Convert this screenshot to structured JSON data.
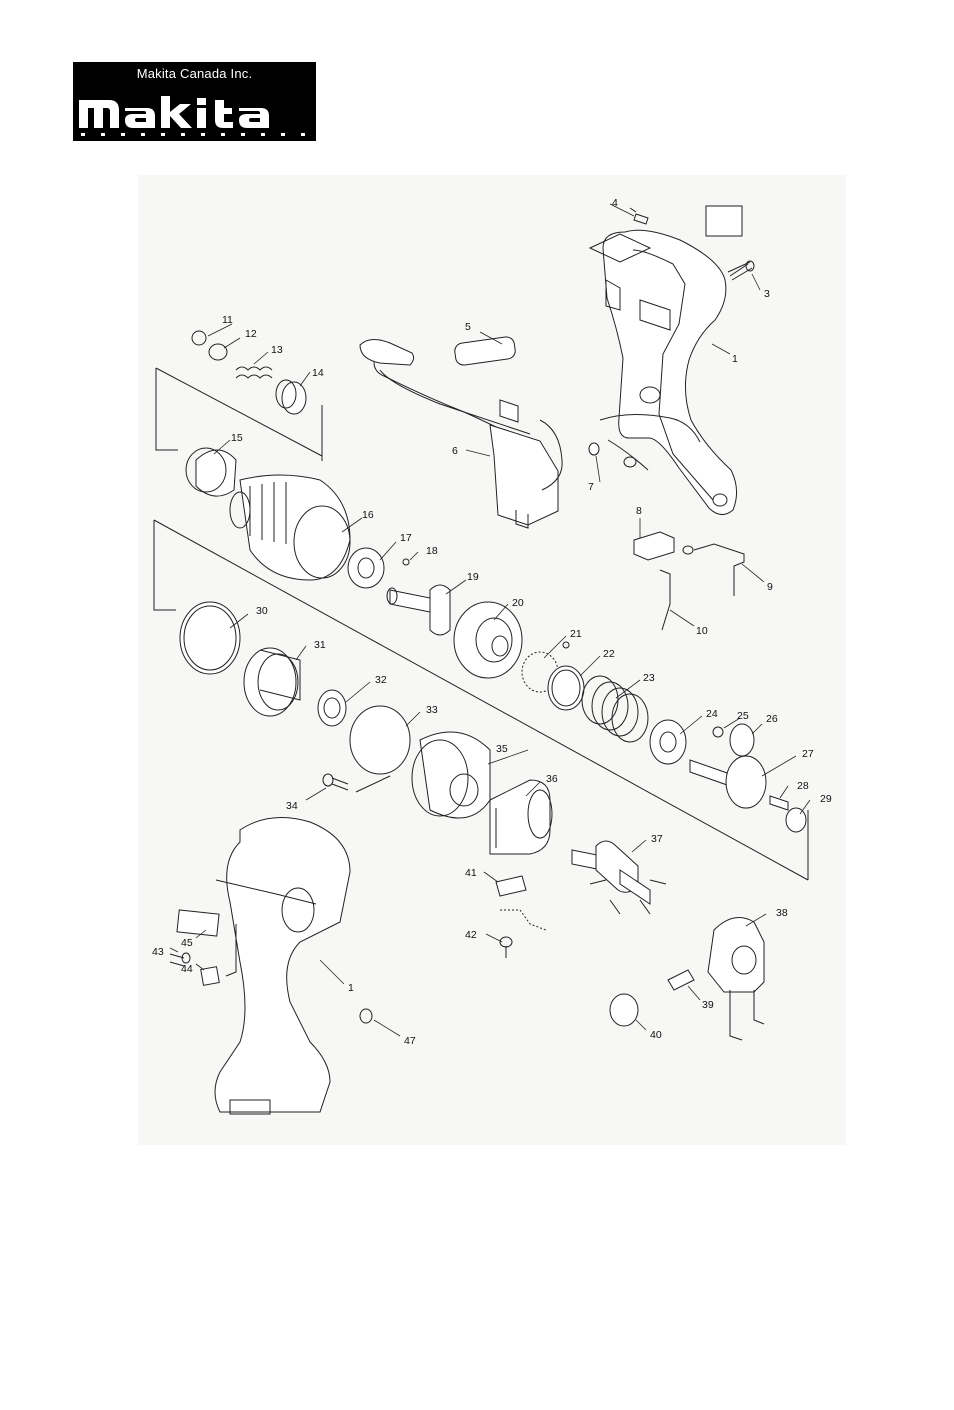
{
  "header": {
    "company": "Makita Canada Inc.",
    "brand": "makita"
  },
  "parts": [
    {
      "no": "1"
    },
    {
      "no": "3"
    },
    {
      "no": "4"
    },
    {
      "no": "5"
    },
    {
      "no": "6"
    },
    {
      "no": "7"
    },
    {
      "no": "8"
    },
    {
      "no": "9"
    },
    {
      "no": "10"
    },
    {
      "no": "11"
    },
    {
      "no": "12"
    },
    {
      "no": "13"
    },
    {
      "no": "14"
    },
    {
      "no": "15"
    },
    {
      "no": "16"
    },
    {
      "no": "17"
    },
    {
      "no": "18"
    },
    {
      "no": "19"
    },
    {
      "no": "20"
    },
    {
      "no": "21"
    },
    {
      "no": "22"
    },
    {
      "no": "23"
    },
    {
      "no": "24"
    },
    {
      "no": "25"
    },
    {
      "no": "26"
    },
    {
      "no": "27"
    },
    {
      "no": "28"
    },
    {
      "no": "29"
    },
    {
      "no": "30"
    },
    {
      "no": "31"
    },
    {
      "no": "32"
    },
    {
      "no": "33"
    },
    {
      "no": "34"
    },
    {
      "no": "35"
    },
    {
      "no": "36"
    },
    {
      "no": "37"
    },
    {
      "no": "38"
    },
    {
      "no": "39"
    },
    {
      "no": "40"
    },
    {
      "no": "41"
    },
    {
      "no": "42"
    },
    {
      "no": "43"
    },
    {
      "no": "44"
    },
    {
      "no": "45"
    },
    {
      "no": "47"
    },
    {
      "no": "1"
    }
  ]
}
